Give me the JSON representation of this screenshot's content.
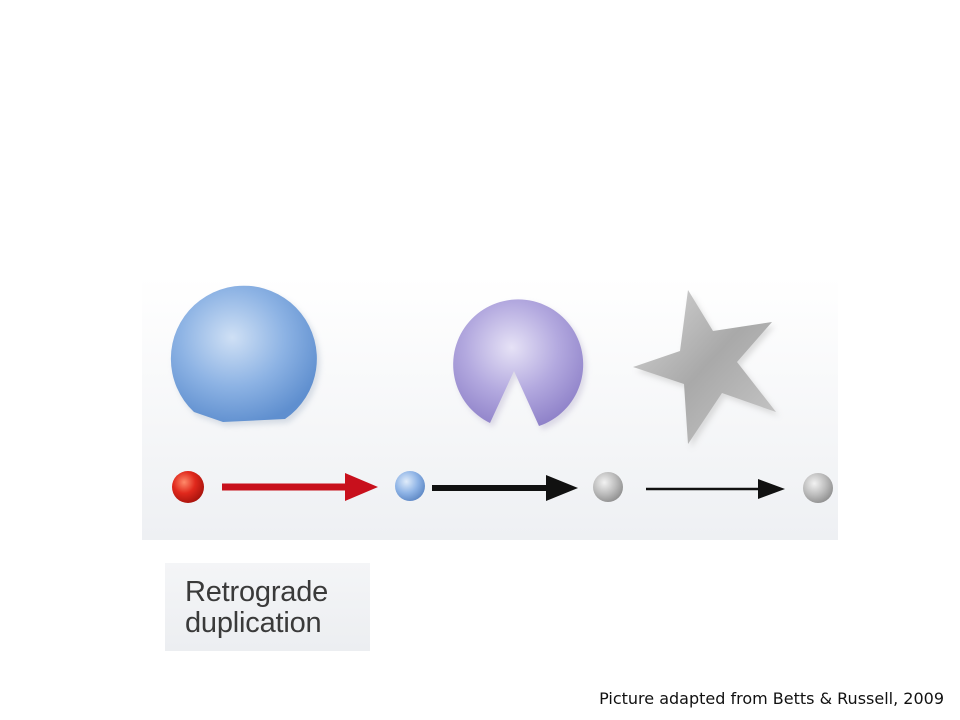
{
  "label": {
    "line1": "Retrograde",
    "line2": "duplication"
  },
  "caption": "Picture adapted from Betts & Russell, 2009",
  "icons": [
    "blue-pacman-receptor-icon",
    "purple-pacman-receptor-icon",
    "grey-star-icon",
    "red-ligand-icon",
    "blue-ligand-icon",
    "grey-ligand-icon"
  ],
  "colors": {
    "red_arrow": "#c8101c",
    "black_arrow": "#111111",
    "blue_receptor": "#7aa3d8",
    "purple_receptor": "#a99fd6",
    "grey_star": "#b3b3b3",
    "red_ligand": "#e0281c"
  }
}
